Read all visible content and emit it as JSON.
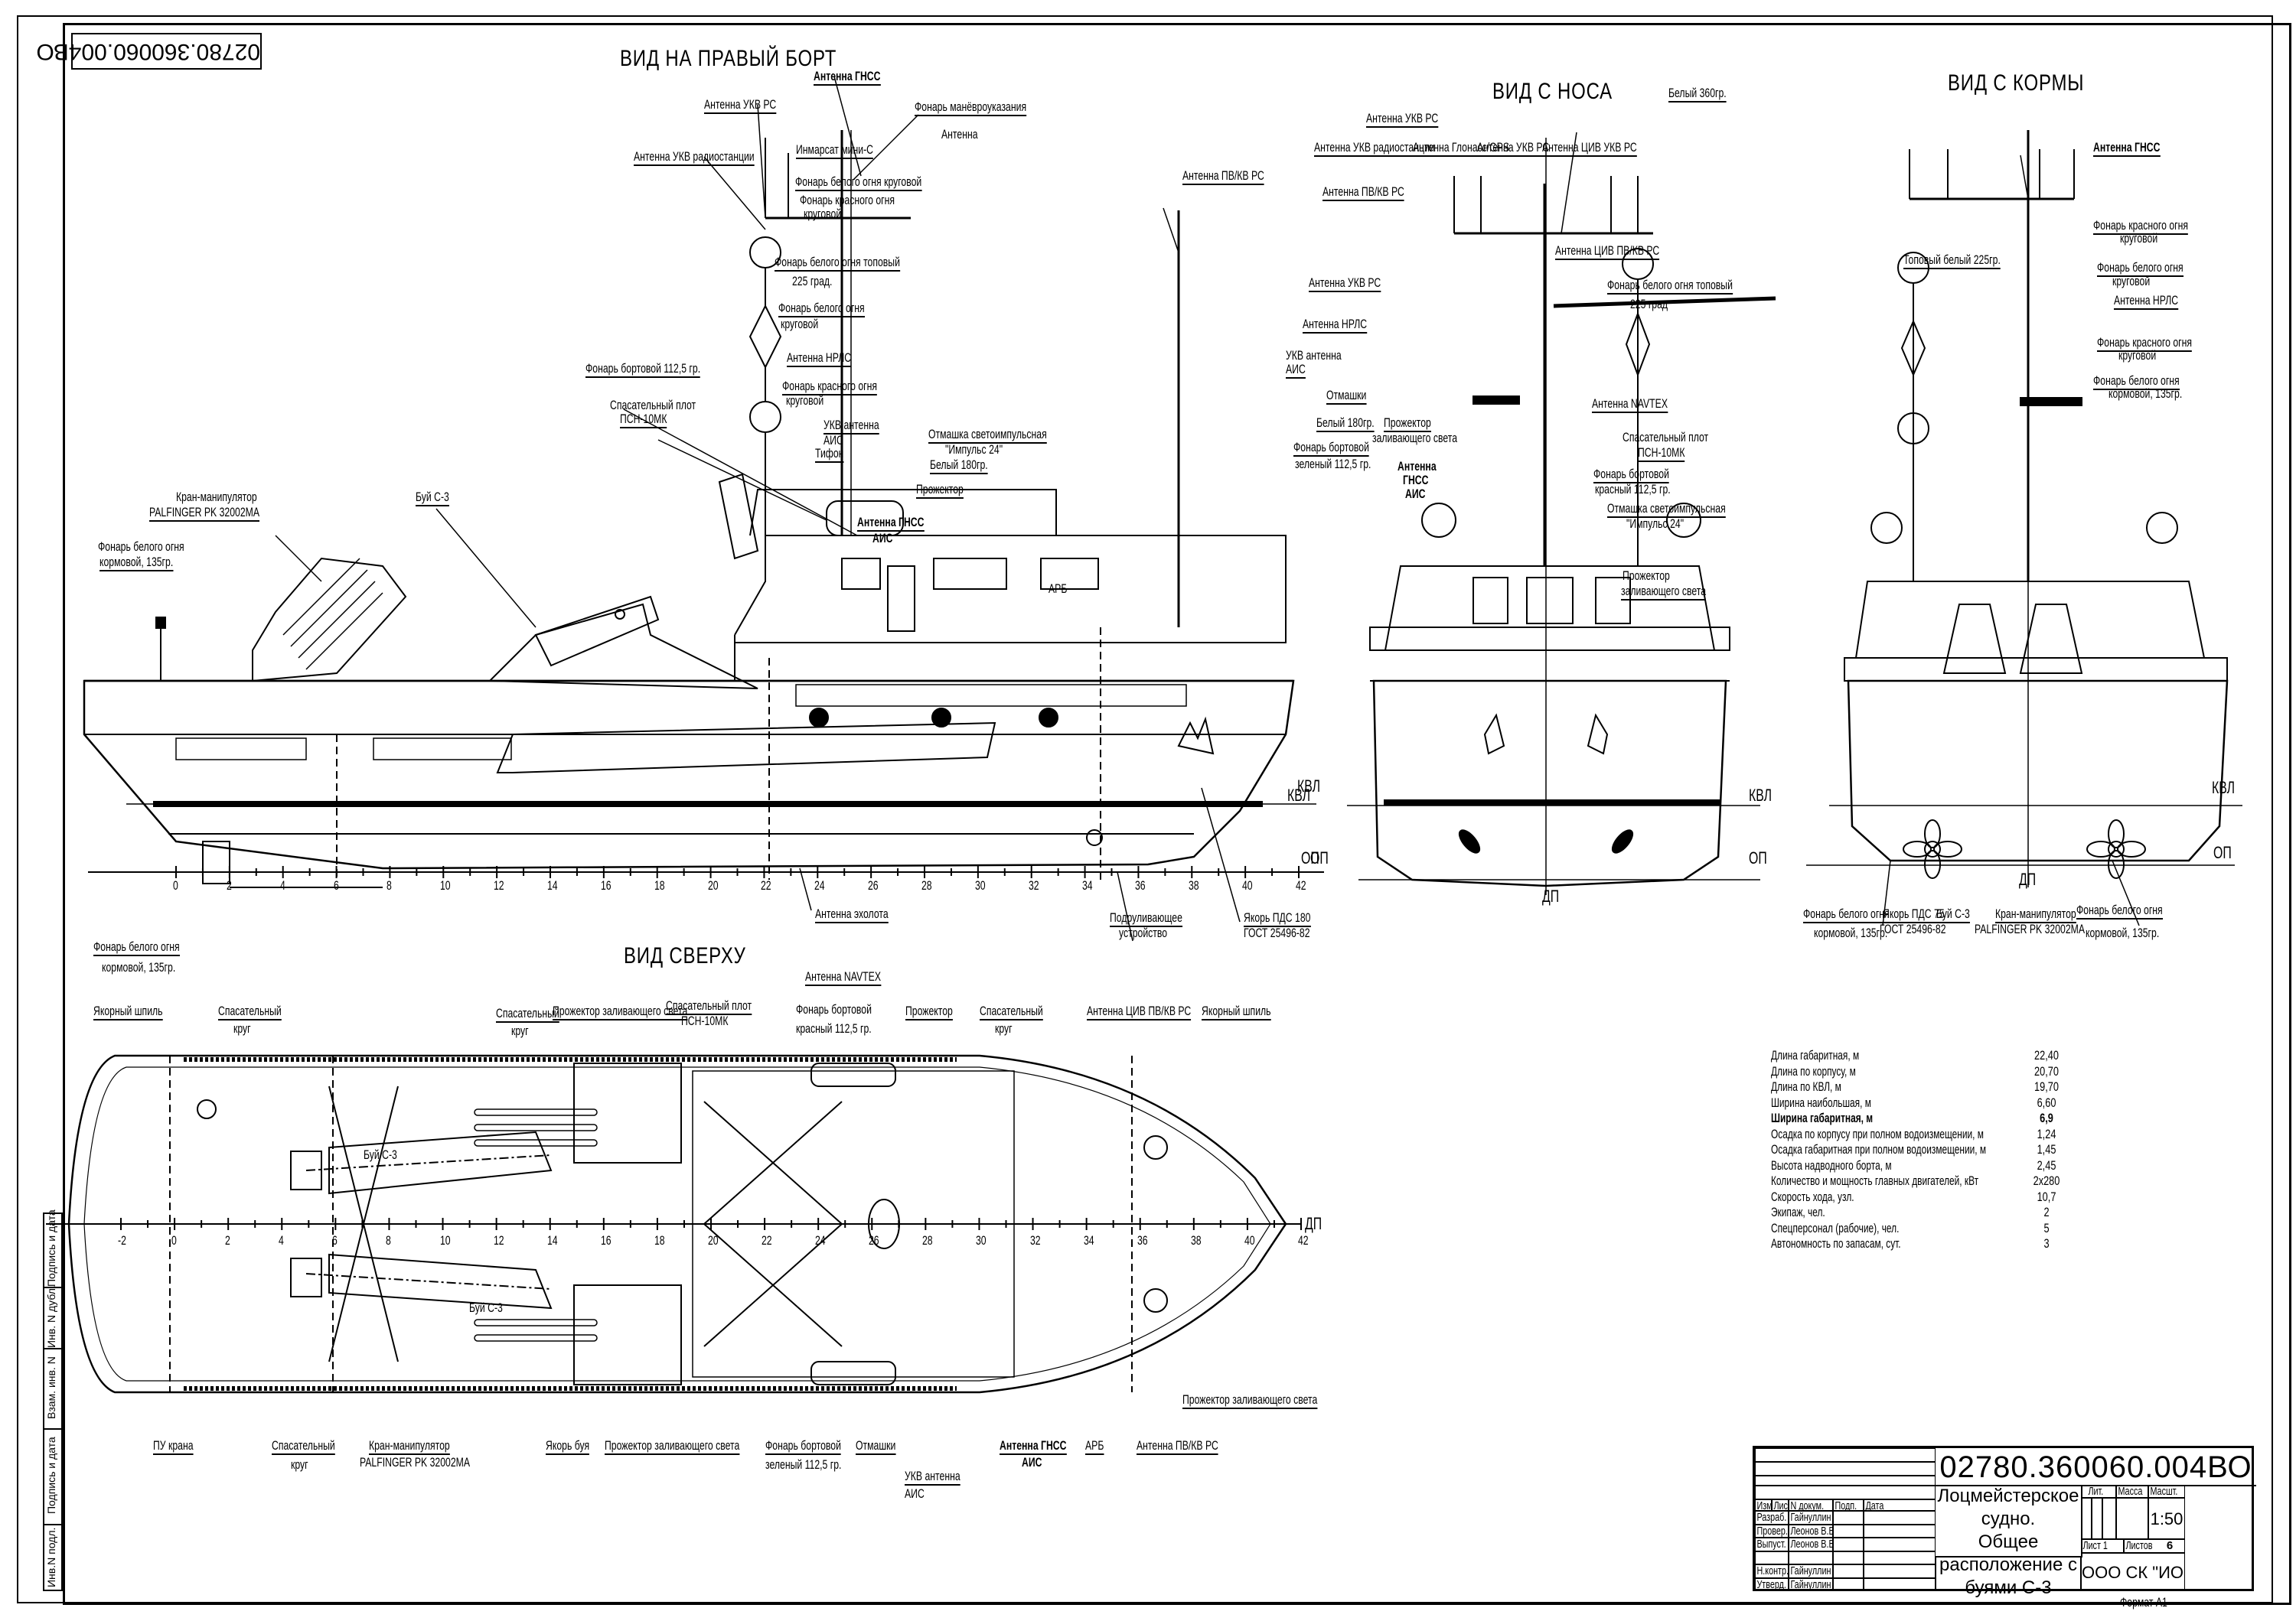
{
  "drawing": {
    "code": "02780.360060.004ВО",
    "code_flipped": "02780.360060.004ВО",
    "format": "Формат А1"
  },
  "views": {
    "starboard": {
      "title": "ВИД НА ПРАВЫЙ БОРТ",
      "labels": {
        "gnss": "Антенна ГНСС",
        "vhf_rs": "Антенна УКВ РС",
        "maneuver_light": "Фонарь манёвроуказания",
        "inmarsat_1": "Антенна",
        "inmarsat_2": "Инмарсат мини-С",
        "vhf_radio": "Антенна УКВ радиостанции",
        "white_allround": "Фонарь белого огня круговой",
        "red_allround_1": "Фонарь красного огня",
        "red_allround_2": "круговой",
        "masthead_1": "Фонарь белого огня топовый",
        "masthead_2": "225 град.",
        "white_allround2_1": "Фонарь белого огня",
        "white_allround2_2": "круговой",
        "nrls": "Антенна НРЛС",
        "red_allround2_1": "Фонарь красного огня",
        "red_allround2_2": "круговой",
        "side_light": "Фонарь бортовой 112,5 гр.",
        "raft_1": "Спасательный плот",
        "raft_2": "ПСН-10МК",
        "vhf_ais_1": "УКВ антенна",
        "vhf_ais_2": "АИС",
        "typhoon": "Тифон",
        "mf_hf": "Антенна ПВ/КВ РС",
        "flash_1": "Отмашка светоимпульсная",
        "flash_2": "\"Импульс 24\"",
        "white180": "Белый 180гр.",
        "searchlight": "Прожектор",
        "gnss_ais_1": "Антенна ГНСС",
        "gnss_ais_2": "АИС",
        "epirb": "АРБ",
        "crane_1": "Кран-манипулятор",
        "crane_2": "PALFINGER PK 32002MA",
        "buoy": "Буй С-3",
        "stern_light_1": "Фонарь белого огня",
        "stern_light_2": "кормовой, 135гр.",
        "kvl": "КВЛ",
        "op": "ОП",
        "echo": "Антенна эхолота",
        "lift_1": "Подруливающее",
        "lift_2": "устройство",
        "anchor_1": "Якорь ПДС 180",
        "anchor_2": "ГОСТ 25496-82"
      },
      "frames": [
        "0",
        "2",
        "4",
        "6",
        "8",
        "10",
        "12",
        "14",
        "16",
        "18",
        "20",
        "22",
        "24",
        "26",
        "28",
        "30",
        "32",
        "34",
        "36",
        "38",
        "40",
        "42"
      ]
    },
    "bow": {
      "title": "ВИД С НОСА",
      "labels": {
        "white360": "Белый 360гр.",
        "vhf_rs_top": "Антенна УКВ РС",
        "vhf_radio": "Антенна УКВ радиостанции",
        "glonass": "Антенна Глонасс/GPS",
        "vhf_rs_2": "Антенна УКВ РС",
        "dsc_vhf": "Антенна ЦИВ УКВ РС",
        "mf_hf": "Антенна ПВ/КВ РС",
        "dsc_mfhf": "Антенна ЦИВ ПВ/КВ РС",
        "masthead_1": "Фонарь белого огня топовый",
        "masthead_2": "225 град",
        "vhf_rs_3": "Антенна УКВ РС",
        "nrls": "Антенна НРЛС",
        "vhf_ais_1": "УКВ антенна",
        "vhf_ais_2": "АИС",
        "flags": "Отмашки",
        "white180": "Белый 180гр.",
        "green_1": "Фонарь бортовой",
        "green_2": "зеленый 112,5 гр.",
        "flood_1": "Прожектор",
        "flood_2": "заливающего света",
        "gnss_1": "Антенна",
        "gnss_2": "ГНСС",
        "gnss_3": "АИС",
        "navtex": "Антенна NAVTEX",
        "raft_1": "Спасательный плот",
        "raft_2": "ПСН-10МК",
        "red_1": "Фонарь бортовой",
        "red_2": "красный 112,5 гр.",
        "flash_1": "Отмашка светоимпульсная",
        "flash_2": "\"Импульс 24\"",
        "flood2_1": "Прожектор",
        "flood2_2": "заливающего света",
        "kvl": "КВЛ",
        "op": "ОП",
        "dp": "ДП"
      }
    },
    "stern": {
      "title": "ВИД С КОРМЫ",
      "labels": {
        "gnss": "Антенна ГНСС",
        "red_allround_1": "Фонарь красного огня",
        "red_allround_2": "круговой",
        "masthead": "Топовый белый 225гр.",
        "white_allround_1": "Фонарь белого огня",
        "white_allround_2": "круговой",
        "nrls": "Антенна НРЛС",
        "red2_1": "Фонарь красного огня",
        "red2_2": "круговой",
        "stern_1": "Фонарь белого огня",
        "stern_2": "кормовой, 135гр.",
        "kvl": "КВЛ",
        "op": "ОП",
        "dp": "ДП",
        "stern_l_1": "Фонарь белого огня",
        "stern_l_2": "кормовой, 135гр.",
        "anchor_1": "Якорь ПДС 75",
        "anchor_2": "ГОСТ 25496-82",
        "buoy": "Буй С-3",
        "crane_1": "Кран-манипулятор",
        "crane_2": "PALFINGER PK 32002MA",
        "stern_r_1": "Фонарь белого огня",
        "stern_r_2": "кормовой, 135гр."
      }
    },
    "top": {
      "title": "ВИД СВЕРХУ",
      "labels": {
        "stern_light_1": "Фонарь белого огня",
        "stern_light_2": "кормовой, 135гр.",
        "capstan_l": "Якорный шпиль",
        "lifebuoy1_1": "Спасательный",
        "lifebuoy1_2": "круг",
        "lifebuoy2_1": "Спасательный",
        "lifebuoy2_2": "круг",
        "flood": "Прожектор заливающего света",
        "raft_1": "Спасательный плот",
        "raft_2": "ПСН-10МК",
        "navtex": "Антенна NAVTEX",
        "red_1": "Фонарь бортовой",
        "red_2": "красный 112,5 гр.",
        "searchlight": "Прожектор",
        "lifebuoy3_1": "Спасательный",
        "lifebuoy3_2": "круг",
        "dsc_mfhf": "Антенна ЦИВ ПВ/КВ РС",
        "capstan_r": "Якорный шпиль",
        "buoy_a": "Буй С-3",
        "buoy_b": "Буй С-3",
        "flood_r": "Прожектор заливающего света",
        "dp": "ДП",
        "crane_ctrl": "ПУ крана",
        "lifebuoy4_1": "Спасательный",
        "lifebuoy4_2": "круг",
        "crane_1": "Кран-манипулятор",
        "crane_2": "PALFINGER PK 32002MA",
        "buoy_anchor": "Якорь буя",
        "flood_b": "Прожектор заливающего света",
        "green_1": "Фонарь бортовой",
        "green_2": "зеленый 112,5 гр.",
        "flags": "Отмашки",
        "vhf_ais_1": "УКВ антенна",
        "vhf_ais_2": "АИС",
        "gnss_1": "Антенна ГНСС",
        "gnss_2": "АИС",
        "epirb": "АРБ",
        "mf_hf": "Антенна ПВ/КВ РС"
      },
      "frames": [
        "-2",
        "0",
        "2",
        "4",
        "6",
        "8",
        "10",
        "12",
        "14",
        "16",
        "18",
        "20",
        "22",
        "24",
        "26",
        "28",
        "30",
        "32",
        "34",
        "36",
        "38",
        "40",
        "42"
      ]
    }
  },
  "specs": [
    {
      "label": "Длина габаритная, м",
      "value": "22,40",
      "bold": false
    },
    {
      "label": "Длина по корпусу, м",
      "value": "20,70",
      "bold": false
    },
    {
      "label": "Длина по КВЛ, м",
      "value": "19,70",
      "bold": false
    },
    {
      "label": "Ширина наибольшая, м",
      "value": "6,60",
      "bold": false
    },
    {
      "label": "Ширина габаритная, м",
      "value": "6,9",
      "bold": true
    },
    {
      "label": "Осадка по корпусу при полном водоизмещении, м",
      "value": "1,24",
      "bold": false
    },
    {
      "label": "Осадка габаритная при полном водоизмещении, м",
      "value": "1,45",
      "bold": false
    },
    {
      "label": "Высота надводного борта, м",
      "value": "2,45",
      "bold": false
    },
    {
      "label": "Количество и мощность главных двигателей, кВт",
      "value": "2х280",
      "bold": false
    },
    {
      "label": "Скорость хода, узл.",
      "value": "10,7",
      "bold": false
    },
    {
      "label": "Экипаж, чел.",
      "value": "2",
      "bold": false
    },
    {
      "label": "Спецперсонал (рабочие), чел.",
      "value": "5",
      "bold": false
    },
    {
      "label": "Автономность по запасам, сут.",
      "value": "3",
      "bold": false
    }
  ],
  "title_block": {
    "code": "02780.360060.004ВО",
    "title_line1": "Лоцмейстерское судно.",
    "title_line2": "Общее расположение с",
    "title_line3": "буями С-3",
    "col_izm": "Изм.",
    "col_list": "Лист",
    "col_doc": "N докум.",
    "col_sign": "Подп.",
    "col_date": "Дата",
    "lit": "Лит.",
    "mass": "Масса",
    "scale_label": "Масшт.",
    "scale": "1:50",
    "sheet": "Лист 1",
    "sheets": "Листов",
    "sheets_count": "6",
    "company": "ООО СК \"ИОНА\"",
    "format": "Формат А1",
    "people": [
      {
        "role": "Разраб.",
        "name": "Гайнуллин Р.И."
      },
      {
        "role": "Провер.",
        "name": "Леонов В.В."
      },
      {
        "role": "Выпуст.",
        "name": "Леонов В.В."
      },
      {
        "role": "",
        "name": ""
      },
      {
        "role": "Н.контр.",
        "name": "Гайнуллин Р.С."
      },
      {
        "role": "Утверд.",
        "name": "Гайнуллин И.С."
      }
    ]
  },
  "side_strip": [
    "Инв.N подл.",
    "Подпись и дата",
    "Взам. инв. N",
    "Инв. N дубл.",
    "Подпись и дата"
  ]
}
